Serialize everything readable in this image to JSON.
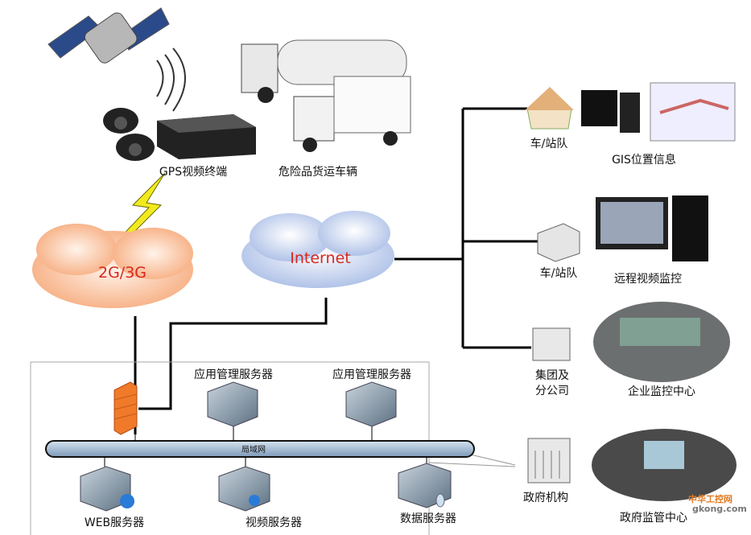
{
  "top": {
    "terminal_label": "GPS视频终端",
    "vehicle_label": "危险品货运车辆"
  },
  "clouds": {
    "mobile": "2G/3G",
    "internet": "Internet"
  },
  "lan": {
    "label": "局域网",
    "servers_top": [
      "应用管理服务器",
      "应用管理服务器"
    ],
    "servers_bottom": [
      "WEB服务器",
      "视频服务器",
      "数据服务器"
    ]
  },
  "right": {
    "nodes": [
      {
        "name": "车/站队",
        "view": "GIS位置信息"
      },
      {
        "name": "车/站队",
        "view": "远程视频监控"
      },
      {
        "name": "集团及",
        "name2": "分公司",
        "view": "企业监控中心"
      },
      {
        "name": "政府机构",
        "view": "政府监管中心"
      }
    ]
  },
  "watermark": {
    "cn": "中华工控网",
    "en": "gkong.com"
  },
  "colors": {
    "cloud_text": "#d8281f",
    "orange_cloud": "#f6b48a",
    "blue_cloud": "#b9c9e8",
    "pipe": "#a9c1db",
    "firewall": "#f07a2a"
  }
}
